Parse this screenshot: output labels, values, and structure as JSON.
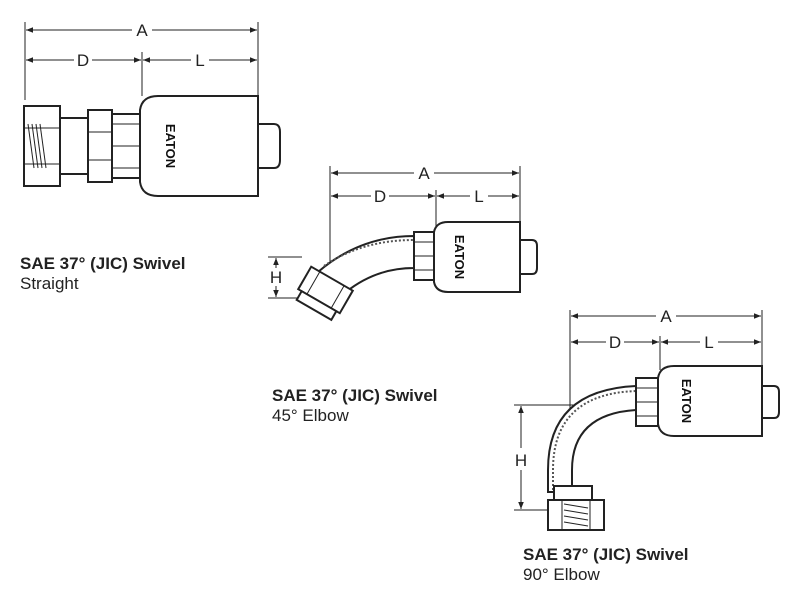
{
  "dimension_labels": {
    "a": "A",
    "d": "D",
    "l": "L",
    "h": "H"
  },
  "brand_logo": "EATON",
  "fittings": [
    {
      "title": "SAE 37° (JIC) Swivel",
      "subtitle": "Straight"
    },
    {
      "title": "SAE 37° (JIC) Swivel",
      "subtitle": "45° Elbow"
    },
    {
      "title": "SAE 37° (JIC) Swivel",
      "subtitle": "90° Elbow"
    }
  ]
}
